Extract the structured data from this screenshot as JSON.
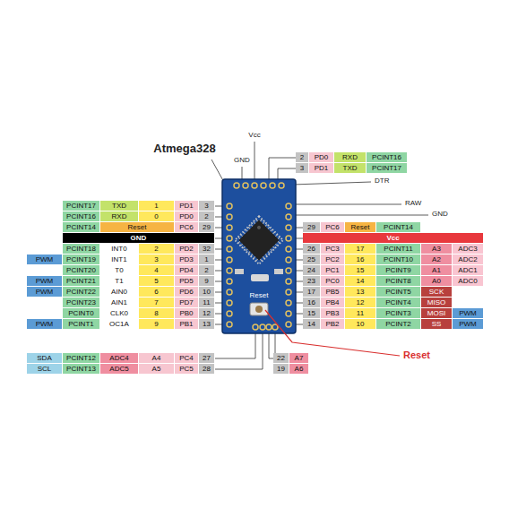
{
  "diagram": {
    "labels": [
      "Vcc",
      "GND",
      "Atmega328",
      "2",
      "PD0",
      "RXD",
      "PCINT16",
      "3",
      "PD1",
      "TXD",
      "PCINT17",
      "DTR",
      "PCINT17",
      "TXD",
      "1",
      "PD1",
      "3",
      "PCINT16",
      "RXD",
      "0",
      "PD0",
      "2",
      "RAW",
      "GND",
      "PCINT14",
      "Reset",
      "PC6",
      "29",
      "29",
      "PC6",
      "Reset",
      "PCINT14",
      "GND",
      "Vcc",
      "PCINT18",
      "INT0",
      "2",
      "PD2",
      "32",
      "26",
      "PC3",
      "17",
      "PCINT11",
      "A3",
      "ADC3",
      "PWM",
      "PCINT19",
      "INT1",
      "3",
      "PD3",
      "1",
      "25",
      "PC2",
      "16",
      "PCINT10",
      "A2",
      "ADC2",
      "PCINT20",
      "T0",
      "4",
      "PD4",
      "2",
      "24",
      "PC1",
      "15",
      "PCINT9",
      "A1",
      "ADC1",
      "PWM",
      "PCINT21",
      "T1",
      "5",
      "PD5",
      "9",
      "23",
      "PC0",
      "14",
      "PCINT8",
      "A0",
      "ADC0",
      "PWM",
      "PCINT22",
      "AIN0",
      "6",
      "PD6",
      "10",
      "17",
      "PB5",
      "13",
      "PCINT5",
      "SCK",
      "PCINT23",
      "AIN1",
      "7",
      "PD7",
      "11",
      "16",
      "PB4",
      "12",
      "PCINT4",
      "MISO",
      "PCINT0",
      "CLK0",
      "8",
      "PB0",
      "12",
      "15",
      "PB3",
      "11",
      "PCINT3",
      "MOSI",
      "PWM",
      "PWM",
      "PCINT1",
      "OC1A",
      "9",
      "PB1",
      "13",
      "14",
      "PB2",
      "10",
      "PCINT2",
      "SS",
      "PWM",
      "Reset",
      "SDA",
      "PCINT12",
      "ADC4",
      "A4",
      "PC4",
      "27",
      "22",
      "A7",
      "SCL",
      "PCINT13",
      "ADC5",
      "A5",
      "PC5",
      "28",
      "19",
      "A6",
      "Reset"
    ]
  }
}
